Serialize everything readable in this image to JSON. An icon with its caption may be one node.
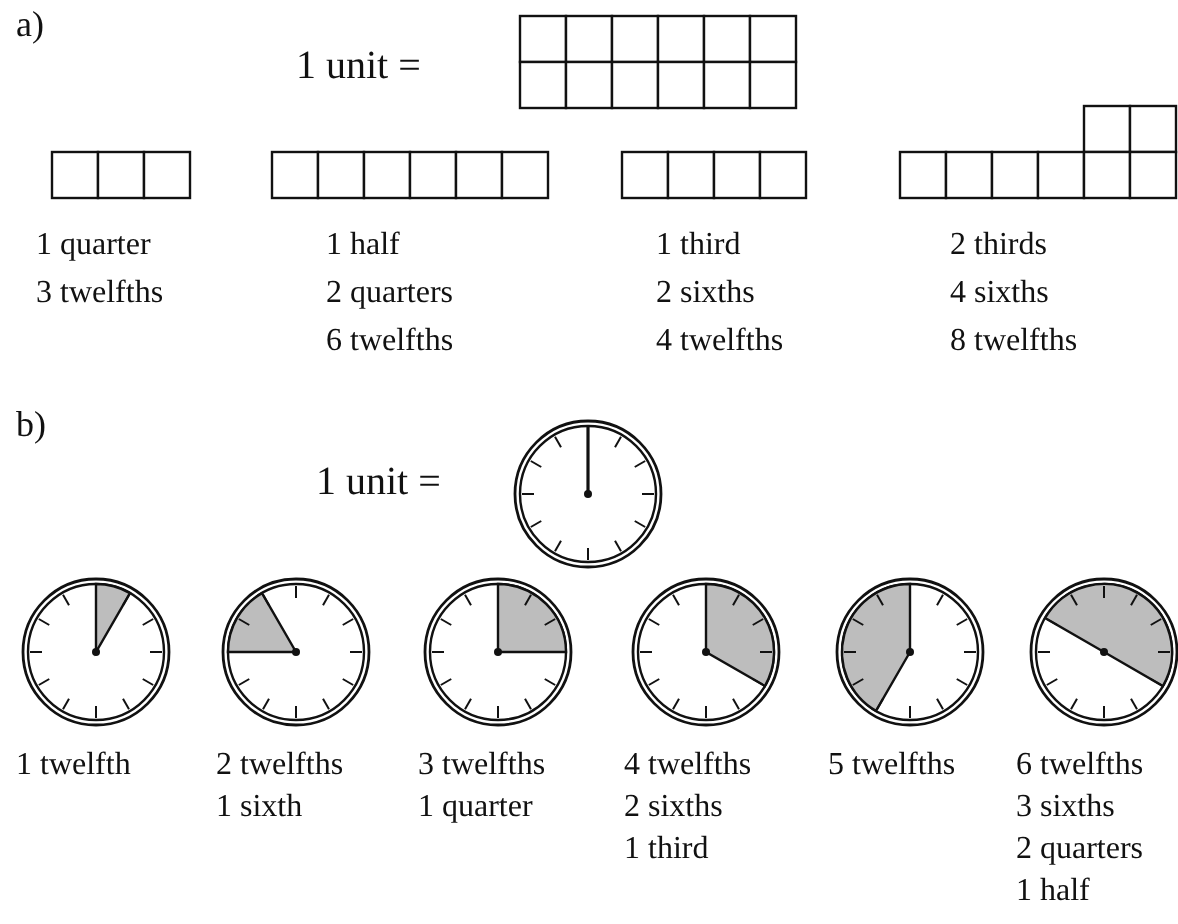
{
  "diagram": {
    "nodes": [
      {
        "text": [],
        "shape": "box"
      },
      {
        "text": [
          "1 quarter",
          "3 twelfths"
        ]
      },
      {
        "text": [
          "1 half",
          "2 quarters",
          "6 twelfths"
        ]
      },
      {
        "text": [
          "1 third",
          "2 sixths",
          "4 twelfths"
        ]
      },
      {
        "text": [
          "2 thirds",
          "4 sixths",
          "8 twelfths"
        ]
      },
      {
        "text": [],
        "shape": "circle"
      },
      {
        "text": [
          "1 twelfth"
        ]
      },
      {
        "text": [
          "2 twelfths",
          "1 sixth"
        ]
      },
      {
        "text": [
          "3 twelfths",
          "1 quarter"
        ]
      },
      {
        "text": [
          "4 twelfths",
          "2 sixths",
          "1 third"
        ]
      },
      {
        "text": [
          "5 twelfths"
        ]
      },
      {
        "text": [
          "6 twelfths",
          "3 sixths",
          "2 quarters",
          "1 half"
        ]
      }
    ],
    "edges": [],
    "labels": [
      "a)",
      "1 unit =",
      "b)",
      "1 unit ="
    ]
  }
}
